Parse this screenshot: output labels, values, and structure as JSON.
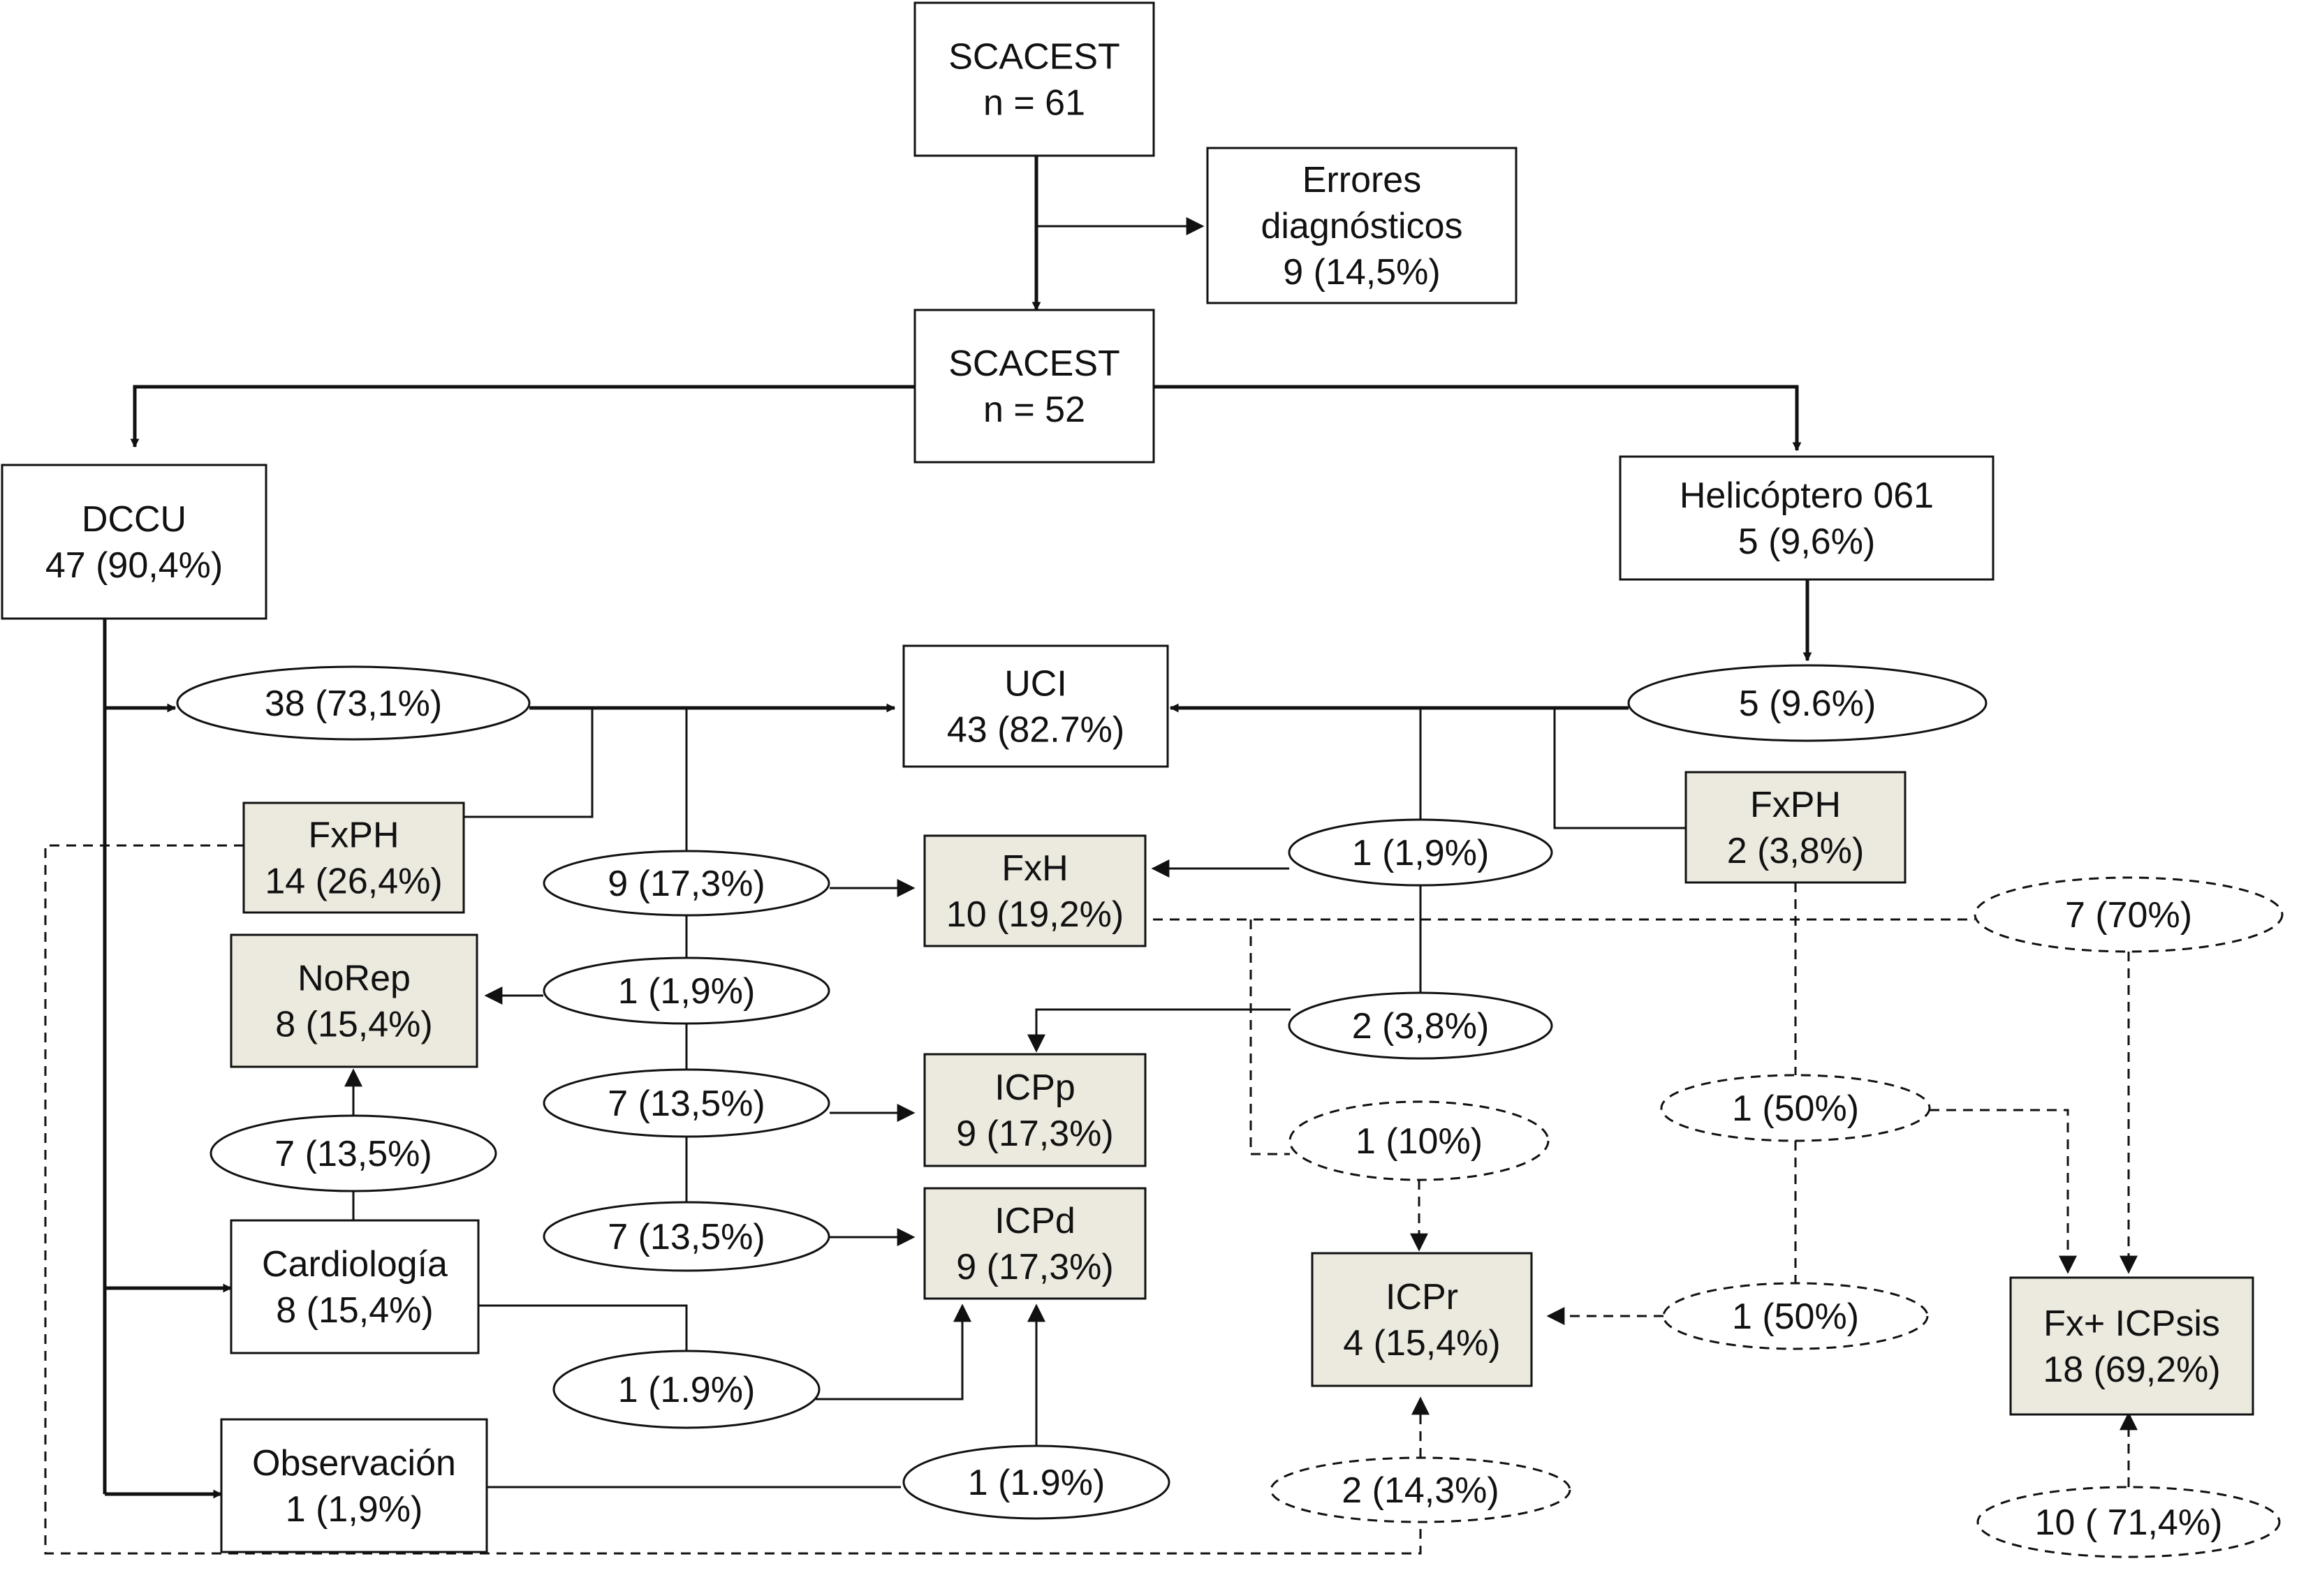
{
  "colors": {
    "stroke": "#111111",
    "box_fill": "#ffffff",
    "shaded_fill": "#ece9df"
  },
  "nodes": {
    "scacest_61": {
      "lines": [
        "SCACEST",
        "n = 61"
      ],
      "shaded": false
    },
    "errores": {
      "lines": [
        "Errores",
        "diagnósticos",
        "9 (14,5%)"
      ],
      "shaded": false
    },
    "scacest_52": {
      "lines": [
        "SCACEST",
        "n = 52"
      ],
      "shaded": false
    },
    "dccu": {
      "lines": [
        "DCCU",
        "47 (90,4%)"
      ],
      "shaded": false
    },
    "helicoptero": {
      "lines": [
        "Helicóptero 061",
        "5 (9,6%)"
      ],
      "shaded": false
    },
    "uci": {
      "lines": [
        "UCI",
        "43 (82.7%)"
      ],
      "shaded": false
    },
    "fxph_left": {
      "lines": [
        "FxPH",
        "14 (26,4%)"
      ],
      "shaded": true
    },
    "fxph_right": {
      "lines": [
        "FxPH",
        "2 (3,8%)"
      ],
      "shaded": true
    },
    "fxh": {
      "lines": [
        "FxH",
        "10 (19,2%)"
      ],
      "shaded": true
    },
    "norep": {
      "lines": [
        "NoRep",
        "8 (15,4%)"
      ],
      "shaded": true
    },
    "icpp": {
      "lines": [
        "ICPp",
        "9 (17,3%)"
      ],
      "shaded": true
    },
    "icpd": {
      "lines": [
        "ICPd",
        "9 (17,3%)"
      ],
      "shaded": true
    },
    "cardiologia": {
      "lines": [
        "Cardiología",
        "8 (15,4%)"
      ],
      "shaded": false
    },
    "observacion": {
      "lines": [
        "Observación",
        "1 (1,9%)"
      ],
      "shaded": false
    },
    "icpr": {
      "lines": [
        "ICPr",
        "4 (15,4%)"
      ],
      "shaded": true
    },
    "fx_icpsis": {
      "lines": [
        "Fx+ ICPsis",
        "18 (69,2%)"
      ],
      "shaded": true
    }
  },
  "ovals": {
    "o38": "38 (73,1%)",
    "o5": "5 (9.6%)",
    "o9": "9 (17,3%)",
    "o1_norep": "1 (1,9%)",
    "o7_icpp": "7 (13,5%)",
    "o7_icpd": "7 (13,5%)",
    "o7_cardio": "7 (13,5%)",
    "o1_cardio": "1 (1.9%)",
    "o1_obs": "1 (1.9%)",
    "o1_fxh": "1 (1,9%)",
    "o2_icpp": "2 (3,8%)",
    "o7_70": "7 (70%)",
    "o1_10": "1 (10%)",
    "o1_50a": "1 (50%)",
    "o1_50b": "1 (50%)",
    "o2_14": "2 (14,3%)",
    "o10_71": "10 ( 71,4%)"
  }
}
